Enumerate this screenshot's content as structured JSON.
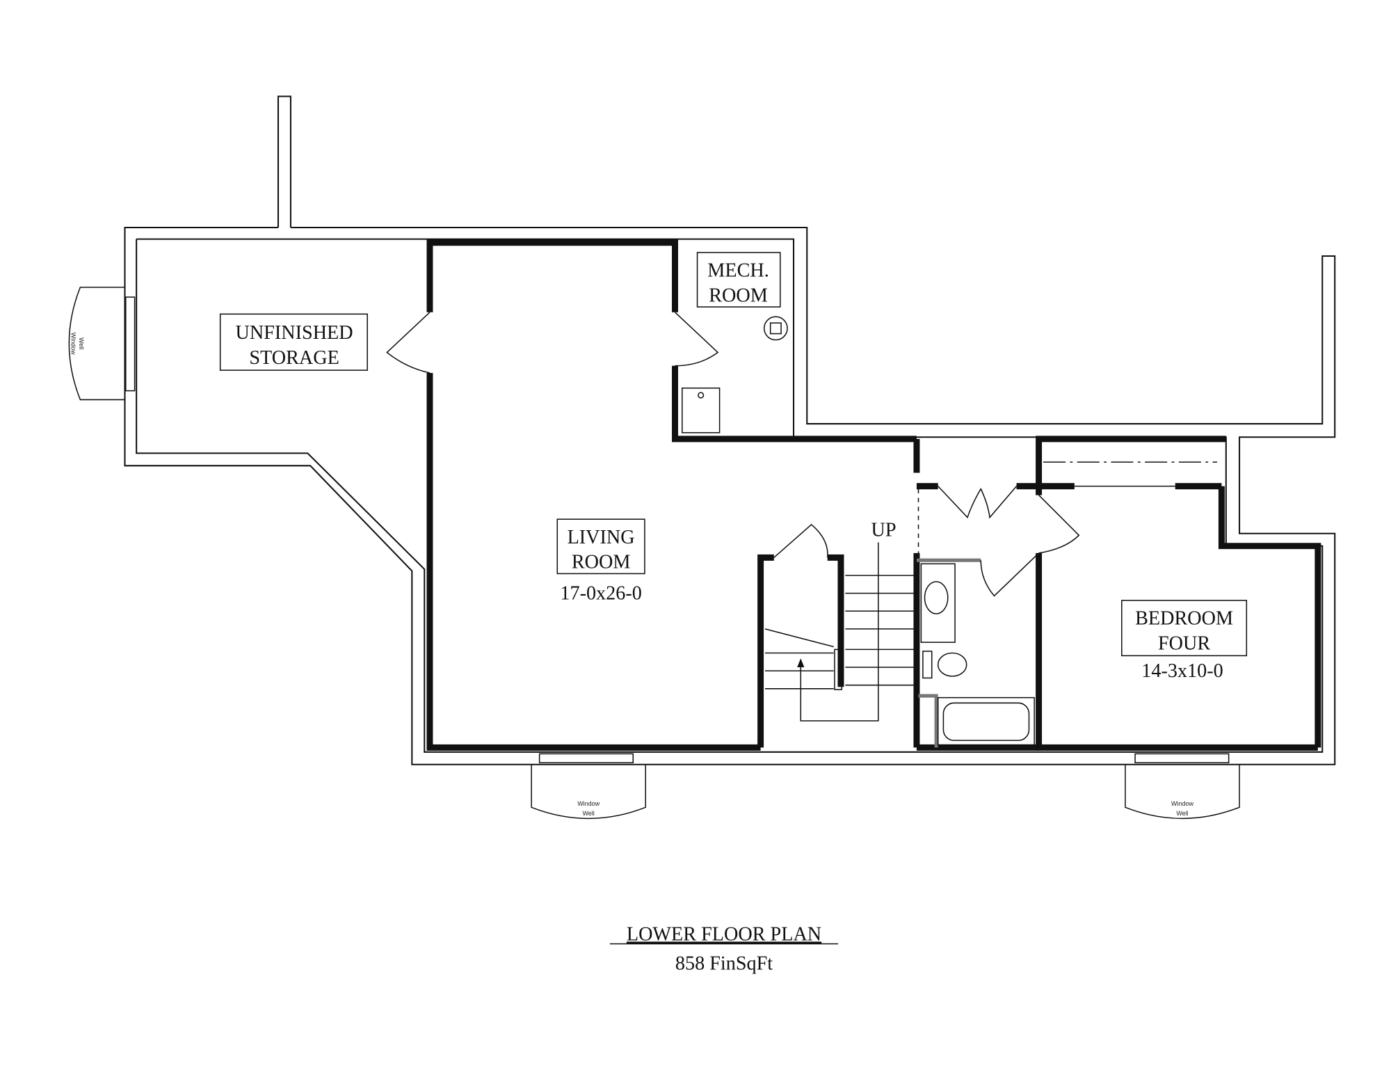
{
  "rooms": {
    "storage": {
      "line1": "UNFINISHED",
      "line2": "STORAGE"
    },
    "mech": {
      "line1": "MECH.",
      "line2": "ROOM"
    },
    "living": {
      "line1": "LIVING",
      "line2": "ROOM",
      "size": "17-0x26-0"
    },
    "bedroom": {
      "line1": "BEDROOM",
      "line2": "FOUR",
      "size": "14-3x10-0"
    }
  },
  "stairs": {
    "label": "UP"
  },
  "window_wells": [
    {
      "line1": "Window",
      "line2": "Well"
    },
    {
      "line1": "Window",
      "line2": "Well"
    },
    {
      "line1": "Window",
      "line2": "Well"
    }
  ],
  "title": {
    "heading": "LOWER FLOOR PLAN",
    "subtitle": "858 FinSqFt"
  }
}
